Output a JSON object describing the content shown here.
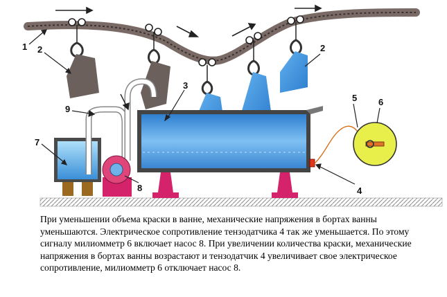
{
  "labels": {
    "conveyor": "1",
    "part_hanging": "2",
    "part_right": "2",
    "bath": "3",
    "strain_gauge": "4",
    "wire": "5",
    "milliammeter": "6",
    "tank": "7",
    "pump": "8",
    "pipe": "9"
  },
  "caption": {
    "line1": "При уменьшении  объема краски в ванне, механические напряжения в бортах  ванны",
    "line2": "уменьшаются. Электрическое сопротивление тензодатчика 4 так же уменьшается. По этому",
    "line3": "сигналу  милиомметр 6 включает насос 8. При увеличении количества краски, механические",
    "line4": "напряжения в бортах ванны возрастают и тензодатчик 4 увеличивает свое электрическое",
    "line5": "сопротивление, милиомметр 6 отключает насос 8."
  },
  "colors": {
    "conveyor": "#7a6a66",
    "part_gray": "#6b605c",
    "part_blue": "#3b8fd6",
    "bath_fill": "#6fb2ea",
    "stand": "#d4236a",
    "pump": "#e0457a",
    "meter_face": "#e8ee4a",
    "floor": "#b0b0b0"
  },
  "icons": {
    "meter": "milliammeter-icon",
    "pump": "pump-icon",
    "hook": "hanger-hook-icon"
  }
}
